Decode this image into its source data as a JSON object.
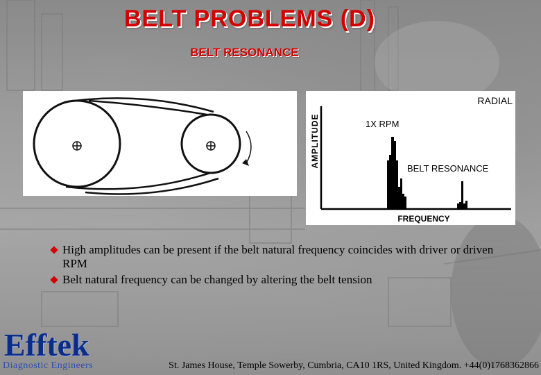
{
  "slide": {
    "title": "BELT PROBLEMS (D)",
    "subtitle": "BELT RESONANCE"
  },
  "spectrum": {
    "radial_label": "RADIAL",
    "amplitude_label": "AMPLITUDE",
    "frequency_label": "FREQUENCY",
    "peak_1x_label": "1X RPM",
    "belt_resonance_label": "BELT RESONANCE"
  },
  "bullets": [
    "High amplitudes can be present if the belt natural frequency coincides with driver or driven RPM",
    "Belt natural frequency can be changed by altering the belt tension"
  ],
  "footer": {
    "logo": "Efftek",
    "logo_sub": "Diagnostic Engineers",
    "address": "St. James House, Temple Sowerby, Cumbria, CA10 1RS, United Kingdom. +44(0)1768362866"
  },
  "colors": {
    "title": "#d40000",
    "logo": "#0b2d8a",
    "bullet": "#d40000"
  }
}
